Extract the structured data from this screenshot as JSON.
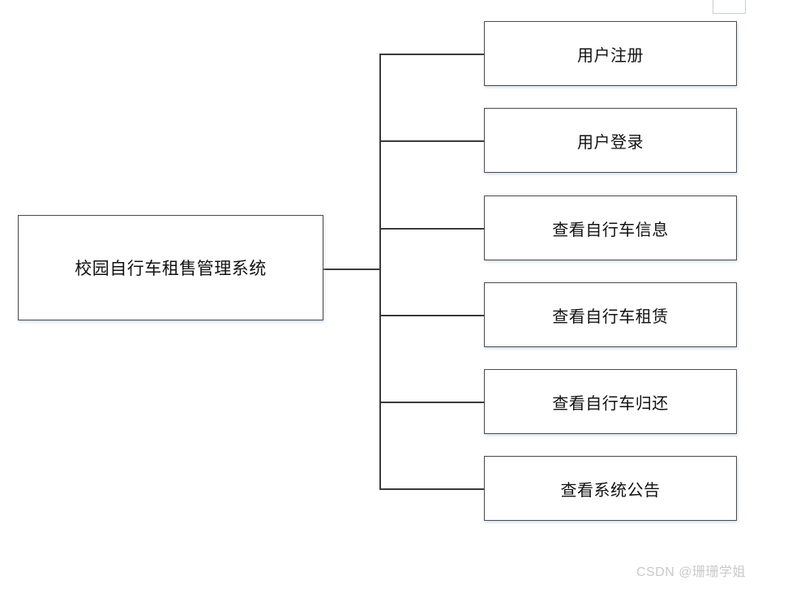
{
  "diagram": {
    "type": "tree-hierarchy",
    "root": {
      "label": "校园自行车租售管理系统"
    },
    "children": [
      {
        "label": "用户注册"
      },
      {
        "label": "用户登录"
      },
      {
        "label": "查看自行车信息"
      },
      {
        "label": "查看自行车租赁"
      },
      {
        "label": "查看自行车归还"
      },
      {
        "label": "查看系统公告"
      }
    ],
    "colors": {
      "box_border": "#4a4a4a",
      "box_fill": "#ffffff",
      "connector": "#3b3b3b",
      "text": "#111111",
      "shadow": "#b0c4de",
      "watermark_text": "#c9c9c9",
      "background": "#ffffff"
    }
  },
  "watermark": {
    "text": "CSDN @珊珊学姐"
  }
}
